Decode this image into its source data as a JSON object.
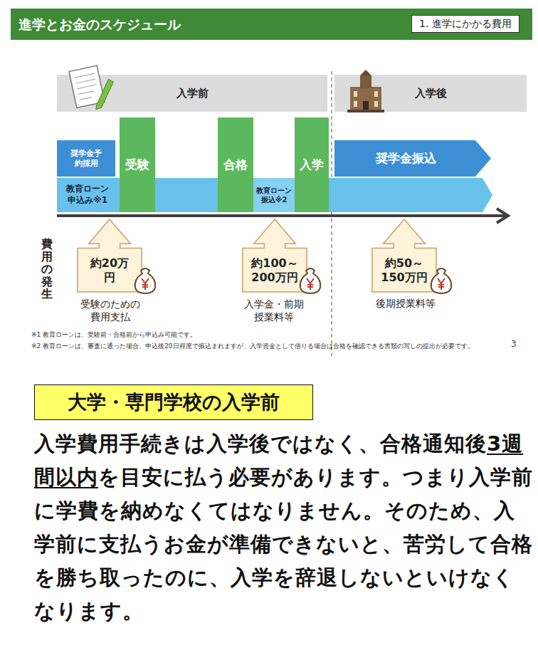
{
  "diagram": {
    "title": "進学とお金のスケジュール",
    "nodes": [
      {
        "text": [
          "1. 進学にかかる費用"
        ]
      },
      {
        "text": [
          "入学前"
        ]
      },
      {
        "text": [
          "入学後"
        ]
      },
      {
        "text": [
          "奨学金予約採用"
        ]
      },
      {
        "text": [
          "教育ローン申込み※1"
        ]
      },
      {
        "text": [
          "受験"
        ]
      },
      {
        "text": [
          "合格"
        ]
      },
      {
        "text": [
          "教育ローン振込※2"
        ]
      },
      {
        "text": [
          "入学"
        ]
      },
      {
        "text": [
          "奨学金振込"
        ]
      },
      {
        "text": [
          "約20万円"
        ]
      },
      {
        "text": [
          "約100～200万円"
        ]
      },
      {
        "text": [
          "約50～150万円"
        ]
      },
      {
        "text": [
          "大学・専門学校の入学前"
        ]
      }
    ],
    "labels": [
      "費用の発生",
      "受験のための費用支払",
      "入学金・前期授業料等",
      "後期授業料等",
      "※1 教育ローンは、受験前・合格前から申込み可能です。",
      "※2 教育ローンは、審査に通った場合、申込後20日程度で振込まれますが、入学資金として借りる場合は合格を確認できる書類の写しの提出が必要です。",
      "3",
      "入学費用手続きは入学後ではなく、合格通知後",
      "3週間以内",
      "を目安に払う必要があります。つまり入学前に学費を納めなくてはなりません。そのため、入学前に支払うお金が準備できないと、苦労して合格を勝ち取ったのに、入学を辞退しないといけなくなります。"
    ]
  }
}
